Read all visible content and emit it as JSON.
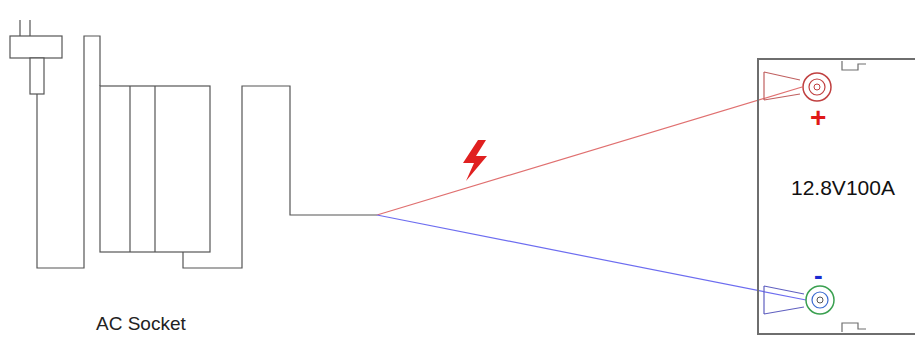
{
  "diagram": {
    "nodes": [
      {
        "text": [
          "12.8V100A"
        ]
      }
    ],
    "labels": [
      "AC Socket",
      "+",
      "-"
    ]
  }
}
